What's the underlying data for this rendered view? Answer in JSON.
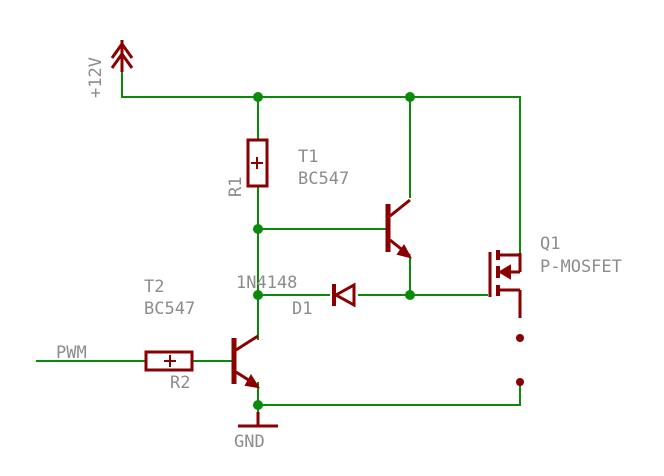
{
  "labels": {
    "supply": "+12V",
    "ground": "GND",
    "pwm": "PWM",
    "r1": "R1",
    "r2": "R2",
    "t1_name": "T1",
    "t1_type": "BC547",
    "t2_name": "T2",
    "t2_type": "BC547",
    "d1_name": "D1",
    "d1_type": "1N4148",
    "q1_name": "Q1",
    "q1_type": "P-MOSFET"
  },
  "colors": {
    "wire": "#0a8a0a",
    "component": "#8a0000",
    "label": "#8c8c8c",
    "background": "#ffffff"
  }
}
